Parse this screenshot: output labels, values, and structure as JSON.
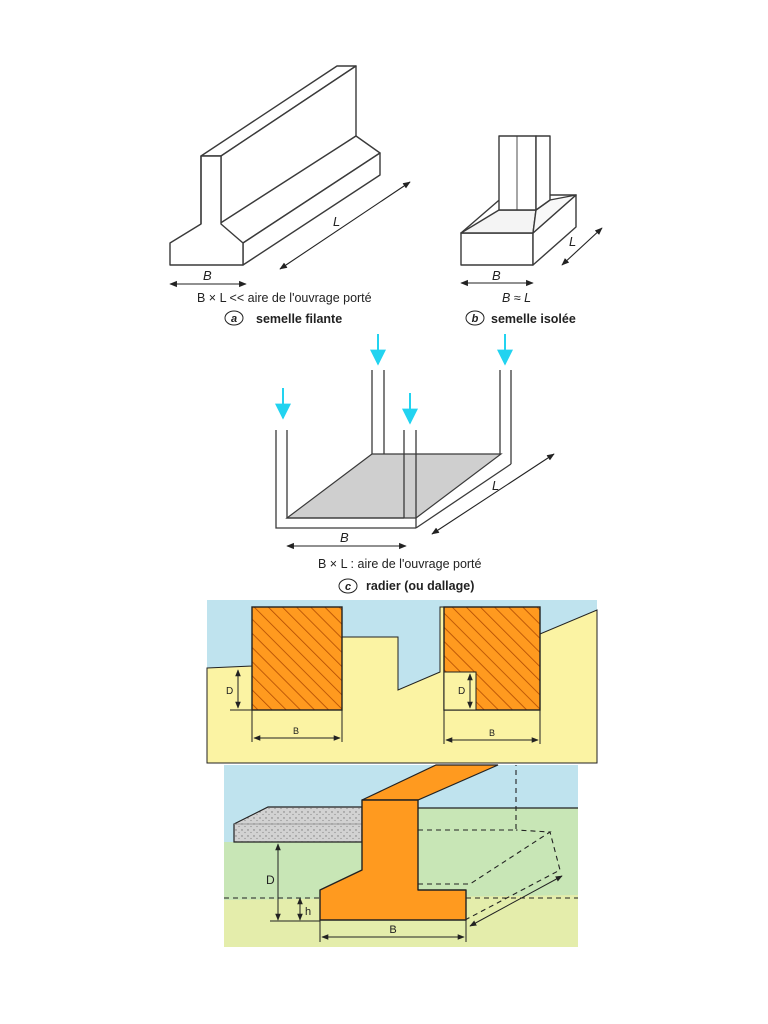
{
  "figure_a": {
    "dim_b": "B",
    "dim_l": "L",
    "formula": "B × L << aire de l'ouvrage porté",
    "letter": "a",
    "caption": "semelle filante"
  },
  "figure_b": {
    "dim_b": "B",
    "dim_l": "L",
    "formula": "B ≈ L",
    "letter": "b",
    "caption": "semelle isolée"
  },
  "figure_c": {
    "dim_b": "B",
    "dim_l": "L",
    "formula": "B × L : aire de l'ouvrage porté",
    "letter": "c",
    "caption": "radier (ou dallage)"
  },
  "section_1": {
    "left_depth": "D",
    "left_width": "B",
    "right_depth": "D",
    "right_width": "B"
  },
  "section_2": {
    "depth": "D",
    "height": "h",
    "width": "B"
  },
  "colors": {
    "load_arrow": "#22d3f0",
    "footing_orange": "#ff9a1f",
    "soil_yellow": "#fbf3a3",
    "sky_blue": "#bfe3ee",
    "slab_grey": "#d2d2d2"
  }
}
